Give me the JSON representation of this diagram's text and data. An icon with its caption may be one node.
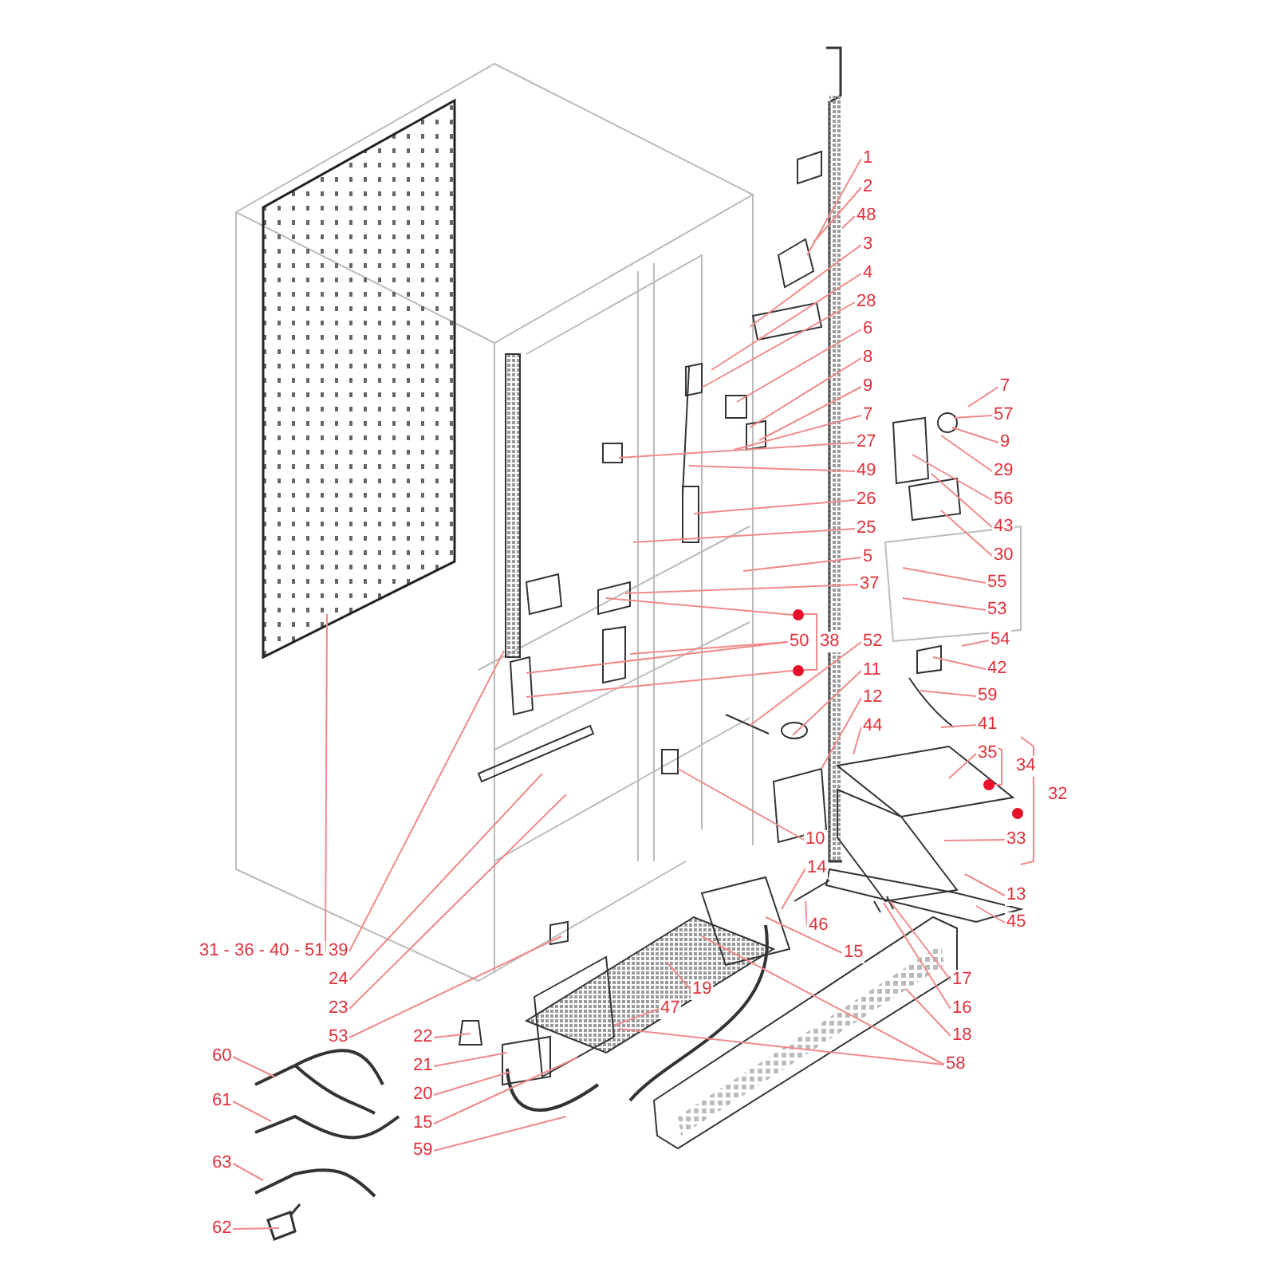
{
  "diagram": {
    "nodes": [
      {
        "text": [
          "1"
        ]
      },
      {
        "text": [
          "2"
        ]
      },
      {
        "text": [
          "48"
        ]
      },
      {
        "text": [
          "3"
        ]
      },
      {
        "text": [
          "4"
        ]
      },
      {
        "text": [
          "28"
        ]
      },
      {
        "text": [
          "6"
        ]
      },
      {
        "text": [
          "8"
        ]
      },
      {
        "text": [
          "9"
        ]
      },
      {
        "text": [
          "7"
        ]
      },
      {
        "text": [
          "27"
        ]
      },
      {
        "text": [
          "49"
        ]
      },
      {
        "text": [
          "26"
        ]
      },
      {
        "text": [
          "25"
        ]
      },
      {
        "text": [
          "5"
        ]
      },
      {
        "text": [
          "37"
        ]
      },
      {
        "text": [
          "7"
        ]
      },
      {
        "text": [
          "57"
        ]
      },
      {
        "text": [
          "9"
        ]
      },
      {
        "text": [
          "29"
        ]
      },
      {
        "text": [
          "56"
        ]
      },
      {
        "text": [
          "43"
        ]
      },
      {
        "text": [
          "30"
        ]
      },
      {
        "text": [
          "55"
        ]
      },
      {
        "text": [
          "53"
        ]
      },
      {
        "text": [
          "54"
        ]
      },
      {
        "text": [
          "42"
        ]
      },
      {
        "text": [
          "59"
        ]
      },
      {
        "text": [
          "41"
        ]
      },
      {
        "text": [],
        "shape": "circle"
      },
      {
        "text": [
          "50"
        ]
      },
      {
        "text": [
          "38"
        ]
      },
      {
        "text": [],
        "shape": "circle"
      },
      {
        "text": [
          "52"
        ]
      },
      {
        "text": [
          "11"
        ]
      },
      {
        "text": [
          "12"
        ]
      },
      {
        "text": [
          "44"
        ]
      },
      {
        "text": [
          "35"
        ]
      },
      {
        "text": [
          "10"
        ]
      },
      {
        "text": [
          "33"
        ]
      },
      {
        "text": [
          "13"
        ]
      },
      {
        "text": [
          "45"
        ]
      },
      {
        "text": [
          "14"
        ]
      },
      {
        "text": [
          "46"
        ]
      },
      {
        "text": [
          "15"
        ]
      },
      {
        "text": [
          "17"
        ]
      },
      {
        "text": [
          "16"
        ]
      },
      {
        "text": [
          "18"
        ]
      },
      {
        "text": [
          "58"
        ]
      },
      {
        "text": [
          "19"
        ]
      },
      {
        "text": [
          "47"
        ]
      },
      {
        "text": [
          "31 - 36 - 40 - 51"
        ]
      },
      {
        "text": [
          "39"
        ]
      },
      {
        "text": [
          "24"
        ]
      },
      {
        "text": [
          "23"
        ]
      },
      {
        "text": [
          "53"
        ]
      },
      {
        "text": [
          "22"
        ]
      },
      {
        "text": [
          "21"
        ]
      },
      {
        "text": [
          "20"
        ]
      },
      {
        "text": [
          "15"
        ]
      },
      {
        "text": [
          "59"
        ]
      },
      {
        "text": [
          "60"
        ]
      },
      {
        "text": [
          "61"
        ]
      },
      {
        "text": [
          "63"
        ]
      },
      {
        "text": [
          "62"
        ]
      },
      {
        "text": [
          "34"
        ]
      },
      {
        "text": [
          "32"
        ]
      }
    ],
    "edges": [
      {
        "from": 0,
        "to": null,
        "arrow": "none"
      },
      {
        "from": 1,
        "to": null,
        "arrow": "none"
      },
      {
        "from": 2,
        "to": null,
        "arrow": "none"
      },
      {
        "from": 3,
        "to": null,
        "arrow": "none"
      },
      {
        "from": 4,
        "to": null,
        "arrow": "none"
      },
      {
        "from": 5,
        "to": null,
        "arrow": "none"
      },
      {
        "from": 6,
        "to": null,
        "arrow": "none"
      },
      {
        "from": 7,
        "to": null,
        "arrow": "none"
      },
      {
        "from": 8,
        "to": null,
        "arrow": "none"
      },
      {
        "from": 9,
        "to": null,
        "arrow": "none"
      },
      {
        "from": 10,
        "to": null,
        "arrow": "none"
      },
      {
        "from": 11,
        "to": null,
        "arrow": "none"
      },
      {
        "from": 12,
        "to": null,
        "arrow": "none"
      },
      {
        "from": 13,
        "to": null,
        "arrow": "none"
      },
      {
        "from": 14,
        "to": null,
        "arrow": "none"
      },
      {
        "from": 15,
        "to": null,
        "arrow": "none"
      },
      {
        "from": 16,
        "to": null,
        "arrow": "none"
      },
      {
        "from": 17,
        "to": null,
        "arrow": "none"
      },
      {
        "from": 18,
        "to": null,
        "arrow": "none"
      },
      {
        "from": 19,
        "to": null,
        "arrow": "none"
      },
      {
        "from": 20,
        "to": null,
        "arrow": "none"
      },
      {
        "from": 21,
        "to": null,
        "arrow": "none"
      },
      {
        "from": 22,
        "to": null,
        "arrow": "none"
      },
      {
        "from": 23,
        "to": null,
        "arrow": "none"
      },
      {
        "from": 24,
        "to": null,
        "arrow": "none"
      },
      {
        "from": 25,
        "to": null,
        "arrow": "none"
      },
      {
        "from": 26,
        "to": null,
        "arrow": "none"
      },
      {
        "from": 27,
        "to": null,
        "arrow": "none"
      },
      {
        "from": 28,
        "to": null,
        "arrow": "none"
      },
      {
        "from": 29,
        "to": null,
        "arrow": "none"
      },
      {
        "from": 30,
        "to": null,
        "arrow": "none"
      },
      {
        "from": 30,
        "to": null,
        "arrow": "none"
      },
      {
        "from": 32,
        "to": null,
        "arrow": "none"
      },
      {
        "from": 33,
        "to": null,
        "arrow": "none"
      },
      {
        "from": 34,
        "to": null,
        "arrow": "none"
      },
      {
        "from": 35,
        "to": null,
        "arrow": "none"
      },
      {
        "from": 36,
        "to": null,
        "arrow": "none"
      },
      {
        "from": 37,
        "to": null,
        "arrow": "none"
      },
      {
        "from": 38,
        "to": null,
        "arrow": "none"
      },
      {
        "from": 39,
        "to": null,
        "arrow": "none"
      },
      {
        "from": 40,
        "to": null,
        "arrow": "none"
      },
      {
        "from": 41,
        "to": null,
        "arrow": "none"
      },
      {
        "from": 42,
        "to": null,
        "arrow": "none"
      },
      {
        "from": 43,
        "to": null,
        "arrow": "none"
      },
      {
        "from": 44,
        "to": null,
        "arrow": "none"
      },
      {
        "from": 45,
        "to": null,
        "arrow": "none"
      },
      {
        "from": 46,
        "to": null,
        "arrow": "none"
      },
      {
        "from": 47,
        "to": null,
        "arrow": "none"
      },
      {
        "from": 48,
        "to": null,
        "arrow": "none"
      },
      {
        "from": 48,
        "to": null,
        "arrow": "none"
      },
      {
        "from": 49,
        "to": null,
        "arrow": "none"
      },
      {
        "from": 50,
        "to": null,
        "arrow": "none"
      },
      {
        "from": 51,
        "to": null,
        "arrow": "none"
      },
      {
        "from": 52,
        "to": null,
        "arrow": "none"
      },
      {
        "from": 53,
        "to": null,
        "arrow": "none"
      },
      {
        "from": 54,
        "to": null,
        "arrow": "none"
      },
      {
        "from": 55,
        "to": null,
        "arrow": "none"
      },
      {
        "from": 56,
        "to": null,
        "arrow": "none"
      },
      {
        "from": 57,
        "to": null,
        "arrow": "none"
      },
      {
        "from": 58,
        "to": null,
        "arrow": "none"
      },
      {
        "from": 59,
        "to": null,
        "arrow": "none"
      },
      {
        "from": 60,
        "to": null,
        "arrow": "none"
      },
      {
        "from": 61,
        "to": null,
        "arrow": "none"
      },
      {
        "from": 62,
        "to": null,
        "arrow": "none"
      },
      {
        "from": 63,
        "to": null,
        "arrow": "none"
      },
      {
        "from": 64,
        "to": null,
        "arrow": "none"
      }
    ]
  }
}
